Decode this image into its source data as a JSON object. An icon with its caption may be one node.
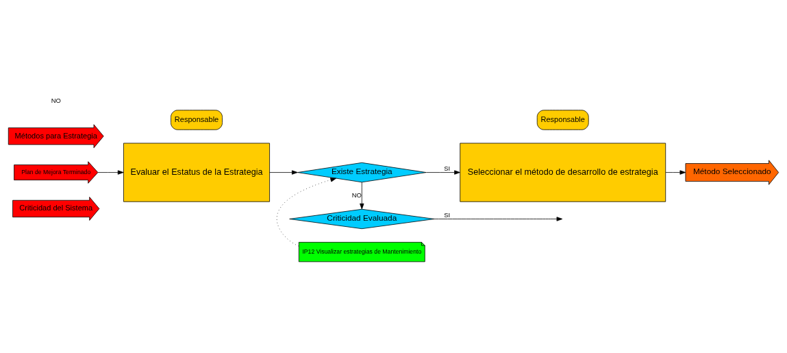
{
  "diagram": {
    "nodes": [
      {
        "text": [
          "Criticidad del Sistema"
        ]
      },
      {
        "text": [
          "Plan de Mejora Terminado"
        ]
      },
      {
        "text": [
          "Métodos para Estrategia"
        ]
      },
      {
        "text": [
          "Evaluar el Estatus de la Estrategia"
        ]
      },
      {
        "text": [
          "Responsable"
        ]
      },
      {
        "text": [
          "IP12 Visualizar estrategias de Mantenimiento"
        ]
      },
      {
        "text": [
          "Existe Estrategia"
        ]
      },
      {
        "text": [
          "Seleccionar el método de desarrollo de estrategia"
        ]
      },
      {
        "text": [
          "Responsable"
        ]
      },
      {
        "text": [
          "Método Seleccionado"
        ]
      },
      {
        "text": [
          "Criticidad Evaluada"
        ]
      }
    ],
    "edges": [
      {
        "from": 1,
        "to": 3,
        "arrow": "to"
      },
      {
        "from": 3,
        "to": 6,
        "arrow": "to"
      },
      {
        "from": 5,
        "to": 6,
        "arrow": "to",
        "style": "dashed"
      },
      {
        "from": 6,
        "to": 7,
        "arrow": "to",
        "label": "SI"
      },
      {
        "from": 7,
        "to": 9,
        "arrow": "to"
      },
      {
        "from": 6,
        "to": 10,
        "arrow": "to",
        "label": "NO"
      },
      {
        "from": 10,
        "to": null,
        "arrow": "to",
        "label": "SI"
      }
    ],
    "labels": [
      "NO"
    ]
  }
}
